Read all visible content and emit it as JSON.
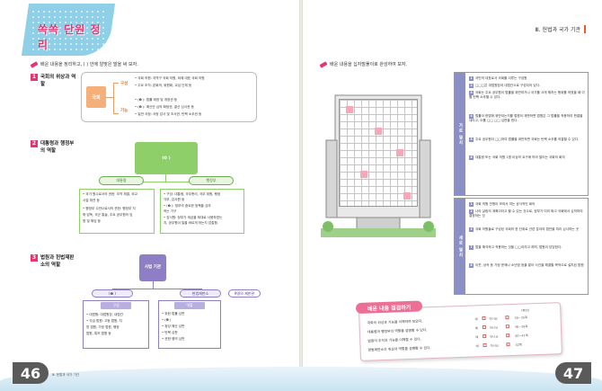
{
  "banner": {
    "title": "쏙쏙 단원 정리"
  },
  "section_head": "Ⅲ. 헌법과 국가 기관",
  "left": {
    "instruction": "배운 내용을 정리하고, (      ) 안에 알맞은 말을 써 보자.",
    "sections": [
      {
        "num": "1",
        "title": "국회의 위상과 역할"
      },
      {
        "num": "2",
        "title": "대통령과 행정부의 역할"
      },
      {
        "num": "3",
        "title": "법원과 헌법재판소의 역할"
      }
    ],
    "s1": {
      "main": "국회",
      "tag1": "구성",
      "tag2": "기능",
      "lines1": [
        "• 국회 의원: 지역구 국회 의원, 비례 대표 국회 의원",
        "• 주요 조직: 본회의, 위원회, 교섭 단체 등"
      ],
      "lines2": [
        "• (❶         ): 법률 제정 및 개정권 등",
        "• (❷         ): 예산안 심의·확정권, 결산 심사권 등",
        "• 일반 국정: 국정 감사 및 조사권, 탄핵 소추권 등"
      ]
    },
    "s2": {
      "main": "(❸         )",
      "left_label": "대통령",
      "right_label": "행정부",
      "left_lines": [
        "• 국가 원수로서의 권한: 조약 체결, 외교",
        "  사절 파견 등",
        "• 행정부 수반으로서의 권한: 행정부 지",
        "  휘·감독, 국군 통솔, 주요 공무원의 임",
        "  명 및 해임 등"
      ],
      "right_lines": [
        "• 구성: 대통령, 국무총리, 국무 위원, 행정",
        "  각부, 감사원 등",
        "• (❹         ): 정부의 중요한 정책을 심의",
        "  하는 기구",
        "• 감사원: 정부가 세금을 제대로 사용하였는",
        "  지, 공무원이 일을 바르게 하는지 감찰함."
      ]
    },
    "s3": {
      "main": "사법 기관",
      "pill_left": "(❺         )",
      "pill_right": "헌법재판소",
      "tag_right": "9명의 재판관",
      "left_tag": "구성",
      "right_tag": "역할",
      "left_lines": [
        "• 대법원: 대법원장, 대법관",
        "• 각급 법원: 고등 법원, 지",
        "  방 법원, 가정 법원, 행정",
        "  법원, 특허 법원 등"
      ],
      "right_lines": [
        "• 위헌 법률 심판",
        "• (❻         )",
        "• 정당 해산 심판",
        "• 탄핵 심판",
        "• 권한 쟁의 심판"
      ]
    },
    "footer": "Ⅲ. 헌법과 국가 기관",
    "page_number": "46"
  },
  "right": {
    "instruction": "배운 내용을 십자말풀이로 완성하여 보자.",
    "panel1_tab": "가로 열쇠",
    "panel2_tab": "세로 열쇠",
    "clues1": [
      {
        "n": "1",
        "t": "국민의 대표로서 국회를 이루는 구성원"
      },
      {
        "n": "2",
        "t": "□□□은 대법원장과 대법관으로 구성되어 있다."
      },
      {
        "n": "3",
        "t": "국회는 주요 공무원이 법률을 위반하거나 국가를 크게 해치는 행위를 하였을 때 이를 탄핵 소추할 수 있다."
      },
      {
        "n": "4",
        "t": "법률이 헌법에 위반되는지를 법원이 재판하면 법원은 그 법률을 적용하여 판결을 내리고, 이를 □□ □□ 심판을 한다."
      },
      {
        "n": "5",
        "t": "주요 공무원이 □□하여 법률을 위반하면 국회는 탄핵 소추를 의결할 수 있다."
      },
      {
        "n": "6",
        "t": "대통령 또는 국회 의원 1명 이상의 요구에 따라 열리는 국회의 회의"
      }
    ],
    "clues2": [
      {
        "n": "1",
        "t": "국회 의원 전원이 모여서 여는 공식적인 회의"
      },
      {
        "n": "2",
        "t": "나라 살림의 계획이라고 할 수 있는 것으로, 정부가 미리 짜고 국회에서 심의하여 결정하는 것"
      },
      {
        "n": "3",
        "t": "국회 의원들로 구성된 국회의 한 단위로 관련 분야의 법안을 미리 심사하는 곳"
      },
      {
        "n": "7",
        "t": "법을 해석하고 적용하는 것을 □□이라고 하며, 법원이 담당한다."
      },
      {
        "n": "8",
        "t": "이웃, 상속 등 가정 문제나 소년범 등을 맡아 사건을 해결할 목적으로 설치된 법원"
      }
    ],
    "check": {
      "header": "배운 내용 점검하기",
      "scale_label": "(확인)",
      "rows": [
        {
          "text": "국회의 위상과 기능을 이해하여 보았다.",
          "yes": "예",
          "no": "아니요",
          "score": "30~35쪽"
        },
        {
          "text": "대통령과 행정부의 역할을 설명할 수 있다.",
          "yes": "예",
          "no": "아니요",
          "score": "36~39쪽"
        },
        {
          "text": "법원의 조직과 기능을 이해할 수 있다.",
          "yes": "예",
          "no": "아니요",
          "score": "40~41쪽"
        },
        {
          "text": "헌법재판소의 위상과 역할을 설명할 수 있다.",
          "yes": "예",
          "no": "아니요",
          "score": "42쪽"
        }
      ]
    },
    "page_number": "47"
  },
  "colors": {
    "accent_pink": "#e8336f",
    "orange": "#f5b07a",
    "green": "#8fcf6a",
    "purple": "#8d7ec6",
    "blue_tab": "#8a8fc6"
  }
}
